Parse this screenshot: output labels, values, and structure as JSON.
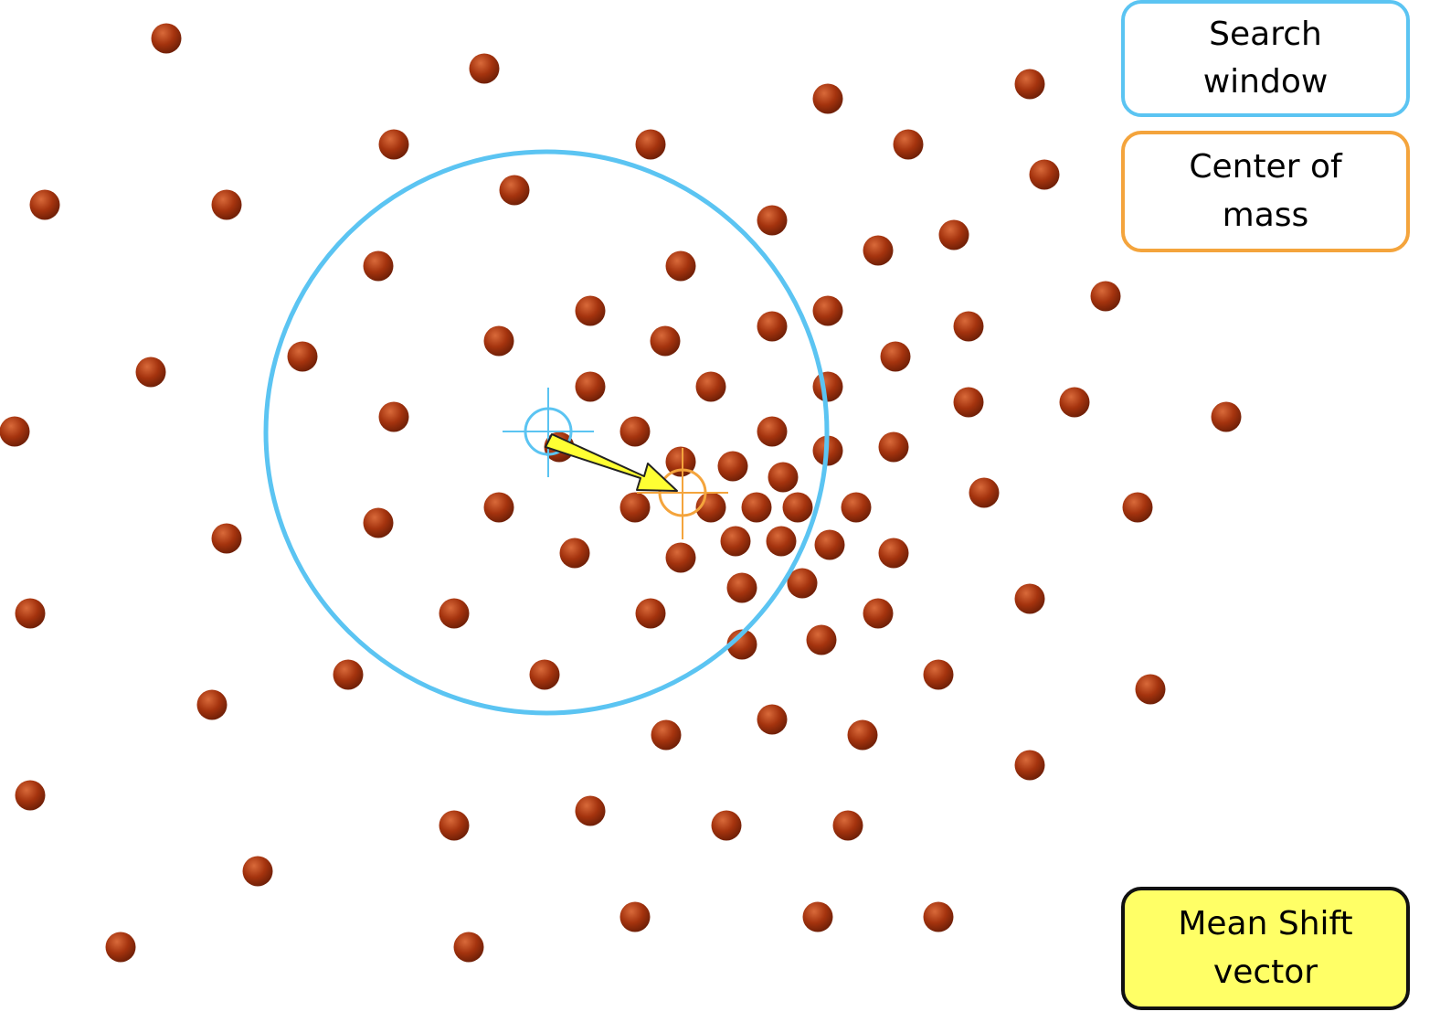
{
  "legend": {
    "search_window": "Search window",
    "center_of_mass": "Center of mass",
    "mean_shift_vector": "Mean Shift vector"
  },
  "colors": {
    "search_window": "#5bc4f2",
    "center_of_mass": "#f4a43c",
    "mean_shift_vector_fill": "#ffff33",
    "point": "#a4330e",
    "point_highlight": "#d96a3a"
  },
  "points_count": 91
}
